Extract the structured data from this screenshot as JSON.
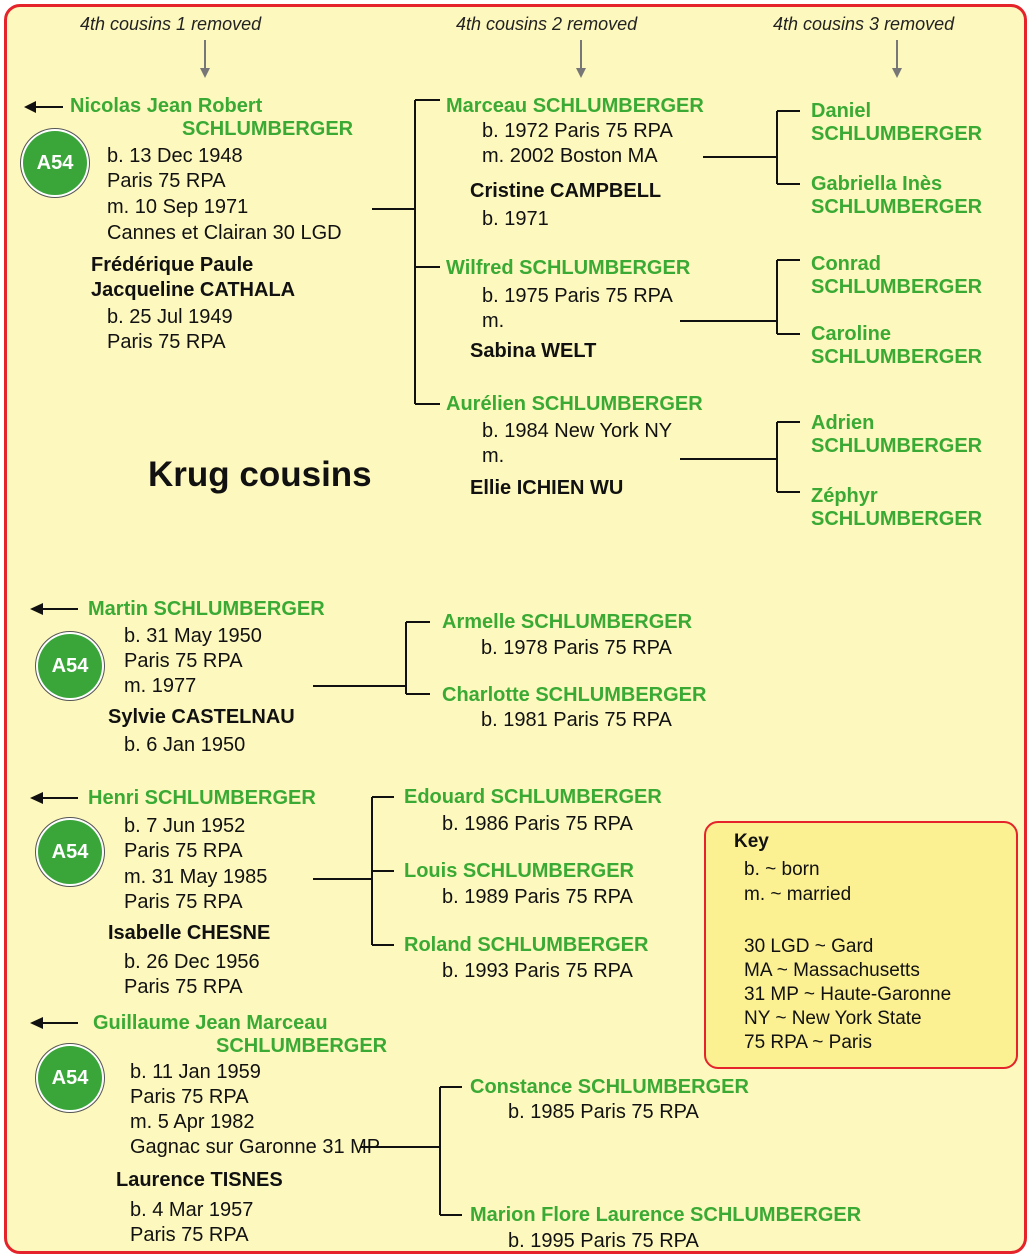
{
  "headers": {
    "gen1": "4th cousins 1 removed",
    "gen2": "4th cousins 2 removed",
    "gen3": "4th cousins 3 removed"
  },
  "title": "Krug cousins",
  "badge_label": "A54",
  "colors": {
    "border": "#e4232a",
    "background": "#fdf8bd",
    "name_green": "#3aaa35",
    "badge_green": "#3aa63a",
    "key_background": "#fbf092"
  },
  "family1": {
    "name_line1": "Nicolas Jean Robert",
    "name_line2": "SCHLUMBERGER",
    "born": "b. 13 Dec 1948",
    "born_place": "Paris 75 RPA",
    "married": "m. 10 Sep 1971",
    "married_place": "Cannes et Clairan 30 LGD",
    "spouse_line1": "Frédérique Paule",
    "spouse_line2": "Jacqueline CATHALA",
    "spouse_born": "b. 25 Jul 1949",
    "spouse_place": "Paris 75 RPA",
    "children": [
      {
        "name": "Marceau SCHLUMBERGER",
        "born": "b. 1972 Paris 75 RPA",
        "married": "m. 2002 Boston MA",
        "spouse": "Cristine CAMPBELL",
        "spouse_born": "b. 1971",
        "children": [
          {
            "line1": "Daniel",
            "line2": "SCHLUMBERGER"
          },
          {
            "line1": "Gabriella Inès",
            "line2": "SCHLUMBERGER"
          }
        ]
      },
      {
        "name": "Wilfred SCHLUMBERGER",
        "born": "b. 1975 Paris 75 RPA",
        "married": "m.",
        "spouse": "Sabina WELT",
        "children": [
          {
            "line1": "Conrad",
            "line2": "SCHLUMBERGER"
          },
          {
            "line1": "Caroline",
            "line2": "SCHLUMBERGER"
          }
        ]
      },
      {
        "name": "Aurélien SCHLUMBERGER",
        "born": "b. 1984 New York NY",
        "married": "m.",
        "spouse": "Ellie ICHIEN WU",
        "children": [
          {
            "line1": "Adrien",
            "line2": "SCHLUMBERGER"
          },
          {
            "line1": "Zéphyr",
            "line2": "SCHLUMBERGER"
          }
        ]
      }
    ]
  },
  "family2": {
    "name": "Martin SCHLUMBERGER",
    "born": "b. 31 May 1950",
    "born_place": "Paris 75 RPA",
    "married": "m. 1977",
    "spouse": "Sylvie CASTELNAU",
    "spouse_born": "b. 6 Jan 1950",
    "children": [
      {
        "name": "Armelle SCHLUMBERGER",
        "born": "b. 1978 Paris 75 RPA"
      },
      {
        "name": "Charlotte SCHLUMBERGER",
        "born": "b. 1981 Paris 75 RPA"
      }
    ]
  },
  "family3": {
    "name": "Henri SCHLUMBERGER",
    "born": "b. 7 Jun 1952",
    "born_place": "Paris 75 RPA",
    "married": "m. 31 May 1985",
    "married_place": "Paris 75 RPA",
    "spouse": "Isabelle CHESNE",
    "spouse_born": "b. 26 Dec 1956",
    "spouse_place": "Paris 75 RPA",
    "children": [
      {
        "name": "Edouard SCHLUMBERGER",
        "born": "b. 1986 Paris 75 RPA"
      },
      {
        "name": "Louis SCHLUMBERGER",
        "born": "b. 1989 Paris 75 RPA"
      },
      {
        "name": "Roland SCHLUMBERGER",
        "born": "b. 1993 Paris 75 RPA"
      }
    ]
  },
  "family4": {
    "name_line1": "Guillaume Jean Marceau",
    "name_line2": "SCHLUMBERGER",
    "born": "b. 11 Jan 1959",
    "born_place": "Paris 75 RPA",
    "married": "m. 5 Apr 1982",
    "married_place": "Gagnac sur Garonne 31 MP",
    "spouse": "Laurence TISNES",
    "spouse_born": "b. 4 Mar 1957",
    "spouse_place": "Paris 75 RPA",
    "children": [
      {
        "name": "Constance SCHLUMBERGER",
        "born": "b. 1985 Paris 75 RPA"
      },
      {
        "name": "Marion Flore Laurence SCHLUMBERGER",
        "born": "b. 1995 Paris 75 RPA"
      }
    ]
  },
  "key": {
    "title": "Key",
    "items": [
      "b. ~ born",
      "m. ~ married",
      "30 LGD ~ Gard",
      "MA ~ Massachusetts",
      "31 MP ~ Haute-Garonne",
      "NY ~ New York State",
      "75 RPA ~ Paris"
    ]
  }
}
